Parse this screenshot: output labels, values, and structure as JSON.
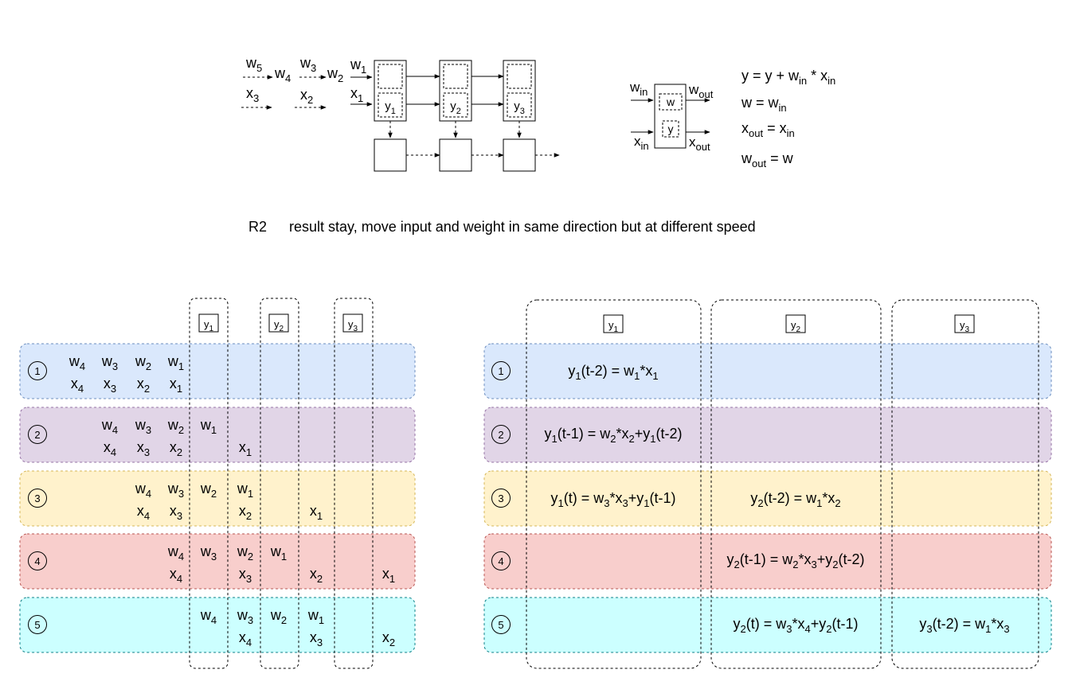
{
  "caption": {
    "id": "R2",
    "text": "result stay, move input and weight in same direction but at different speed"
  },
  "colors": {
    "row_fills": [
      "#dae8fc",
      "#e1d5e7",
      "#fff2cc",
      "#f8cecc",
      "#ccffff"
    ],
    "row_strokes": [
      "#6c8ebf",
      "#9673a6",
      "#d6b656",
      "#b85450",
      "#0e8088"
    ],
    "ink": "#000000"
  },
  "top_diagram": {
    "w_stream": [
      {
        "base": "w",
        "sub": "5"
      },
      {
        "base": "w",
        "sub": "4"
      },
      {
        "base": "w",
        "sub": "3"
      },
      {
        "base": "w",
        "sub": "2"
      },
      {
        "base": "w",
        "sub": "1"
      }
    ],
    "x_stream": [
      {
        "base": "x",
        "sub": "3"
      },
      {
        "base": "x",
        "sub": "2"
      },
      {
        "base": "x",
        "sub": "1"
      }
    ],
    "pe_labels": [
      {
        "base": "y",
        "sub": "1"
      },
      {
        "base": "y",
        "sub": "2"
      },
      {
        "base": "y",
        "sub": "3"
      }
    ]
  },
  "cell_diagram": {
    "w_in": {
      "base": "w",
      "sub": "in"
    },
    "w_out": {
      "base": "w",
      "sub": "out"
    },
    "x_in": {
      "base": "x",
      "sub": "in"
    },
    "x_out": {
      "base": "x",
      "sub": "out"
    },
    "w_reg": "w",
    "y_reg": "y"
  },
  "equations": [
    [
      {
        "t": "y = y + w"
      },
      {
        "t": "in",
        "sub": true
      },
      {
        "t": " * x"
      },
      {
        "t": "in",
        "sub": true
      }
    ],
    [
      {
        "t": "w = w"
      },
      {
        "t": "in",
        "sub": true
      }
    ],
    [
      {
        "t": "x"
      },
      {
        "t": "out",
        "sub": true
      },
      {
        "t": " = x"
      },
      {
        "t": "in",
        "sub": true
      }
    ],
    [
      {
        "t": "w"
      },
      {
        "t": "out",
        "sub": true
      },
      {
        "t": " = w"
      }
    ]
  ],
  "left_table": {
    "columns": [
      {
        "base": "y",
        "sub": "1"
      },
      {
        "base": "y",
        "sub": "2"
      },
      {
        "base": "y",
        "sub": "3"
      }
    ],
    "steps": [
      "1",
      "2",
      "3",
      "4",
      "5"
    ],
    "w_rows": [
      [
        {
          "base": "w",
          "sub": "4"
        },
        {
          "base": "w",
          "sub": "3"
        },
        {
          "base": "w",
          "sub": "2"
        },
        {
          "base": "w",
          "sub": "1"
        }
      ],
      [
        {
          "base": "w",
          "sub": "4"
        },
        {
          "base": "w",
          "sub": "3"
        },
        {
          "base": "w",
          "sub": "2"
        },
        {
          "base": "w",
          "sub": "1"
        }
      ],
      [
        {
          "base": "w",
          "sub": "4"
        },
        {
          "base": "w",
          "sub": "3"
        },
        {
          "base": "w",
          "sub": "2"
        },
        {
          "base": "w",
          "sub": "1"
        }
      ],
      [
        {
          "base": "w",
          "sub": "4"
        },
        {
          "base": "w",
          "sub": "3"
        },
        {
          "base": "w",
          "sub": "2"
        },
        {
          "base": "w",
          "sub": "1"
        }
      ],
      [
        {
          "base": "w",
          "sub": "4"
        },
        {
          "base": "w",
          "sub": "3"
        },
        {
          "base": "w",
          "sub": "2"
        },
        {
          "base": "w",
          "sub": "1"
        }
      ]
    ],
    "x_rows": [
      [
        {
          "base": "x",
          "sub": "4"
        },
        {
          "base": "x",
          "sub": "3"
        },
        {
          "base": "x",
          "sub": "2"
        },
        {
          "base": "x",
          "sub": "1"
        }
      ],
      [
        {
          "base": "x",
          "sub": "4"
        },
        {
          "base": "x",
          "sub": "3"
        },
        {
          "base": "x",
          "sub": "2"
        },
        {
          "base": "x",
          "sub": "1"
        }
      ],
      [
        {
          "base": "x",
          "sub": "4"
        },
        {
          "base": "x",
          "sub": "3"
        },
        {
          "base": "x",
          "sub": "2"
        },
        {
          "base": "x",
          "sub": "1"
        }
      ],
      [
        {
          "base": "x",
          "sub": "4"
        },
        {
          "base": "x",
          "sub": "3"
        },
        {
          "base": "x",
          "sub": "2"
        },
        {
          "base": "x",
          "sub": "1"
        }
      ],
      [
        {
          "base": "x",
          "sub": "4"
        },
        {
          "base": "x",
          "sub": "3"
        },
        {
          "base": "x",
          "sub": "2"
        }
      ]
    ]
  },
  "right_table": {
    "columns": [
      {
        "base": "y",
        "sub": "1"
      },
      {
        "base": "y",
        "sub": "2"
      },
      {
        "base": "y",
        "sub": "3"
      }
    ],
    "steps": [
      "1",
      "2",
      "3",
      "4",
      "5"
    ],
    "cells": [
      {
        "step": 0,
        "col": 0,
        "parts": [
          {
            "t": "y"
          },
          {
            "t": "1",
            "sub": true
          },
          {
            "t": "(t-2) = w"
          },
          {
            "t": "1",
            "sub": true
          },
          {
            "t": "*x"
          },
          {
            "t": "1",
            "sub": true
          }
        ]
      },
      {
        "step": 1,
        "col": 0,
        "parts": [
          {
            "t": "y"
          },
          {
            "t": "1",
            "sub": true
          },
          {
            "t": "(t-1) = w"
          },
          {
            "t": "2",
            "sub": true
          },
          {
            "t": "*x"
          },
          {
            "t": "2",
            "sub": true
          },
          {
            "t": "+y"
          },
          {
            "t": "1",
            "sub": true
          },
          {
            "t": "(t-2)"
          }
        ]
      },
      {
        "step": 2,
        "col": 0,
        "parts": [
          {
            "t": "y"
          },
          {
            "t": "1",
            "sub": true
          },
          {
            "t": "(t) = w"
          },
          {
            "t": "3",
            "sub": true
          },
          {
            "t": "*x"
          },
          {
            "t": "3",
            "sub": true
          },
          {
            "t": "+y"
          },
          {
            "t": "1",
            "sub": true
          },
          {
            "t": "(t-1)"
          }
        ]
      },
      {
        "step": 2,
        "col": 1,
        "parts": [
          {
            "t": "y"
          },
          {
            "t": "2",
            "sub": true
          },
          {
            "t": "(t-2) = w"
          },
          {
            "t": "1",
            "sub": true
          },
          {
            "t": "*x"
          },
          {
            "t": "2",
            "sub": true
          }
        ]
      },
      {
        "step": 3,
        "col": 1,
        "parts": [
          {
            "t": "y"
          },
          {
            "t": "2",
            "sub": true
          },
          {
            "t": "(t-1) = w"
          },
          {
            "t": "2",
            "sub": true
          },
          {
            "t": "*x"
          },
          {
            "t": "3",
            "sub": true
          },
          {
            "t": "+y"
          },
          {
            "t": "2",
            "sub": true
          },
          {
            "t": "(t-2)"
          }
        ]
      },
      {
        "step": 4,
        "col": 1,
        "parts": [
          {
            "t": "y"
          },
          {
            "t": "2",
            "sub": true
          },
          {
            "t": "(t) = w"
          },
          {
            "t": "3",
            "sub": true
          },
          {
            "t": "*x"
          },
          {
            "t": "4",
            "sub": true
          },
          {
            "t": "+y"
          },
          {
            "t": "2",
            "sub": true
          },
          {
            "t": "(t-1)"
          }
        ]
      },
      {
        "step": 4,
        "col": 2,
        "parts": [
          {
            "t": "y"
          },
          {
            "t": "3",
            "sub": true
          },
          {
            "t": "(t-2) = w"
          },
          {
            "t": "1",
            "sub": true
          },
          {
            "t": "*x"
          },
          {
            "t": "3",
            "sub": true
          }
        ]
      }
    ]
  }
}
